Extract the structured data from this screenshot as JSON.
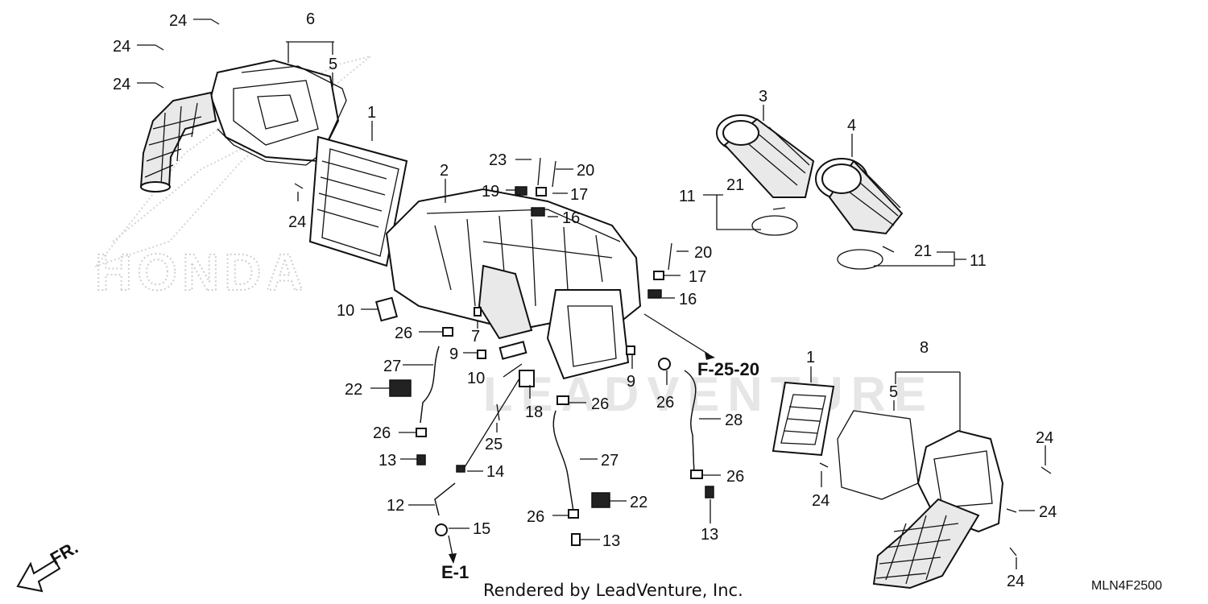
{
  "diagram": {
    "callouts": [
      {
        "id": "c-24-a",
        "text": "24"
      },
      {
        "id": "c-24-b",
        "text": "24"
      },
      {
        "id": "c-24-c",
        "text": "24"
      },
      {
        "id": "c-6",
        "text": "6"
      },
      {
        "id": "c-5-a",
        "text": "5"
      },
      {
        "id": "c-1-a",
        "text": "1"
      },
      {
        "id": "c-24-d",
        "text": "24"
      },
      {
        "id": "c-2",
        "text": "2"
      },
      {
        "id": "c-23",
        "text": "23"
      },
      {
        "id": "c-20-a",
        "text": "20"
      },
      {
        "id": "c-19",
        "text": "19"
      },
      {
        "id": "c-17-a",
        "text": "17"
      },
      {
        "id": "c-16-a",
        "text": "16"
      },
      {
        "id": "c-3",
        "text": "3"
      },
      {
        "id": "c-4",
        "text": "4"
      },
      {
        "id": "c-11-a",
        "text": "11"
      },
      {
        "id": "c-21-a",
        "text": "21"
      },
      {
        "id": "c-20-b",
        "text": "20"
      },
      {
        "id": "c-17-b",
        "text": "17"
      },
      {
        "id": "c-16-b",
        "text": "16"
      },
      {
        "id": "c-21-b",
        "text": "21"
      },
      {
        "id": "c-11-b",
        "text": "11"
      },
      {
        "id": "c-10-a",
        "text": "10"
      },
      {
        "id": "c-26-a",
        "text": "26"
      },
      {
        "id": "c-7",
        "text": "7"
      },
      {
        "id": "c-9-a",
        "text": "9"
      },
      {
        "id": "c-9-b",
        "text": "9"
      },
      {
        "id": "c-27-a",
        "text": "27"
      },
      {
        "id": "c-10-b",
        "text": "10"
      },
      {
        "id": "c-22-a",
        "text": "22"
      },
      {
        "id": "c-18",
        "text": "18"
      },
      {
        "id": "c-26-b",
        "text": "26"
      },
      {
        "id": "c-26-c",
        "text": "26"
      },
      {
        "id": "c-25",
        "text": "25"
      },
      {
        "id": "c-13-a",
        "text": "13"
      },
      {
        "id": "c-14",
        "text": "14"
      },
      {
        "id": "c-27-b",
        "text": "27"
      },
      {
        "id": "c-12",
        "text": "12"
      },
      {
        "id": "c-15",
        "text": "15"
      },
      {
        "id": "c-26-d",
        "text": "26"
      },
      {
        "id": "c-22-b",
        "text": "22"
      },
      {
        "id": "c-13-b",
        "text": "13"
      },
      {
        "id": "c-26-e",
        "text": "26"
      },
      {
        "id": "c-28",
        "text": "28"
      },
      {
        "id": "c-26-f",
        "text": "26"
      },
      {
        "id": "c-13-c",
        "text": "13"
      },
      {
        "id": "c-1-b",
        "text": "1"
      },
      {
        "id": "c-8",
        "text": "8"
      },
      {
        "id": "c-5-b",
        "text": "5"
      },
      {
        "id": "c-24-e",
        "text": "24"
      },
      {
        "id": "c-24-f",
        "text": "24"
      },
      {
        "id": "c-24-g",
        "text": "24"
      },
      {
        "id": "c-24-h",
        "text": "24"
      }
    ],
    "references": {
      "f_ref": "F-25-20",
      "e_ref": "E-1",
      "direction": "FR."
    },
    "footer": {
      "rendered_by": "Rendered by LeadVenture, Inc.",
      "diagram_code": "MLN4F2500"
    },
    "watermarks": {
      "logo": "HONDA",
      "center": "LEADVENTURE"
    },
    "colors": {
      "line": "#111111",
      "watermark": "#e6e6e6",
      "logo_dots": "#d0d0d0"
    }
  }
}
